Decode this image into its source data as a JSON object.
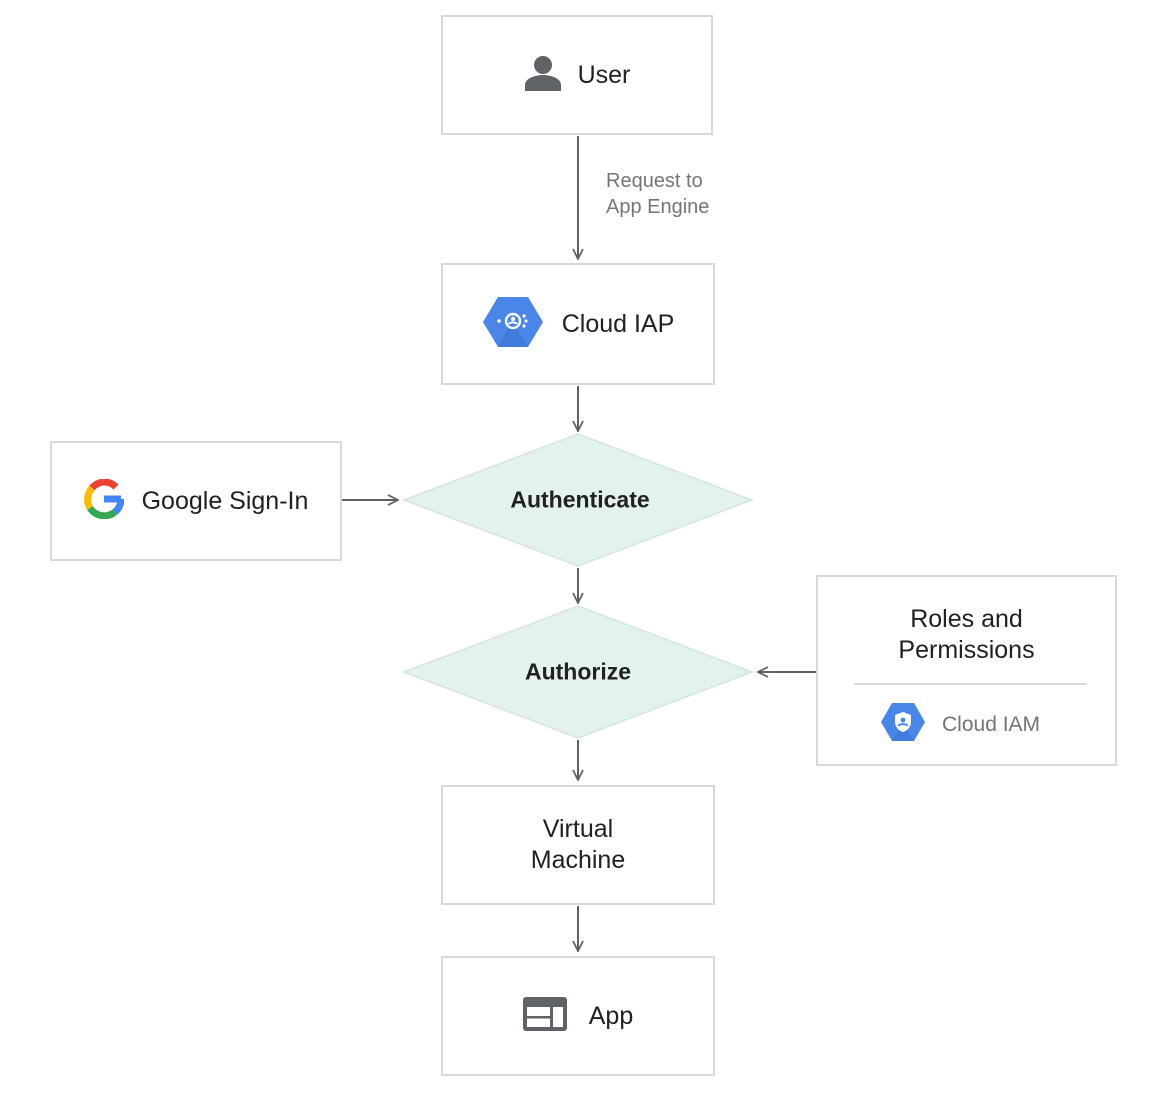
{
  "nodes": {
    "user": {
      "label": "User",
      "icon": "person-icon"
    },
    "cloud_iap": {
      "label": "Cloud IAP",
      "icon": "cloud-iap-hexagon-icon"
    },
    "google_signin": {
      "label": "Google Sign-In",
      "icon": "google-g-logo-icon"
    },
    "authenticate": {
      "label": "Authenticate"
    },
    "authorize": {
      "label": "Authorize"
    },
    "roles": {
      "line1": "Roles and",
      "line2": "Permissions",
      "sub_label": "Cloud IAM",
      "sub_icon": "cloud-iam-shield-hexagon-icon"
    },
    "vm": {
      "line1": "Virtual",
      "line2": "Machine"
    },
    "app": {
      "label": "App",
      "icon": "app-window-icon"
    }
  },
  "edges": {
    "user_to_iap": {
      "line1": "Request to",
      "line2": "App Engine"
    }
  },
  "colors": {
    "border": "#d9d9d9",
    "arrow": "#616161",
    "diamond_fill": "#e3f2ea",
    "google_blue": "#4285f4",
    "hex_blue": "#4a86e8",
    "muted_text": "#757575",
    "icon_gray": "#5f6368"
  }
}
